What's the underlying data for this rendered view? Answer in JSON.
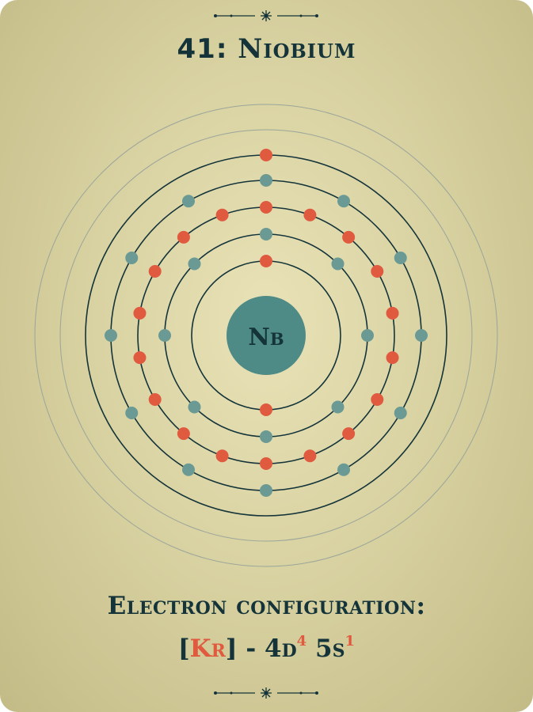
{
  "title": {
    "number": "41:",
    "name": "Niobium"
  },
  "nucleus": {
    "symbol": "Nb"
  },
  "shells": [
    2,
    8,
    18,
    12,
    1
  ],
  "electron_configuration": {
    "label": "Electron configuration:",
    "core": "Kr",
    "open_bracket": "[",
    "close_bracket": "]",
    "separator": " - ",
    "orbital_1": "4d",
    "orbital_1_count": "4",
    "orbital_2": "5s",
    "orbital_2_count": "1"
  },
  "colors": {
    "background": "#d9d2a2",
    "dark": "#14343a",
    "nucleus": "#4e8a86",
    "electron_red": "#e05a3f",
    "electron_teal": "#6a9a93",
    "faint_ring": "#9aa59a"
  }
}
